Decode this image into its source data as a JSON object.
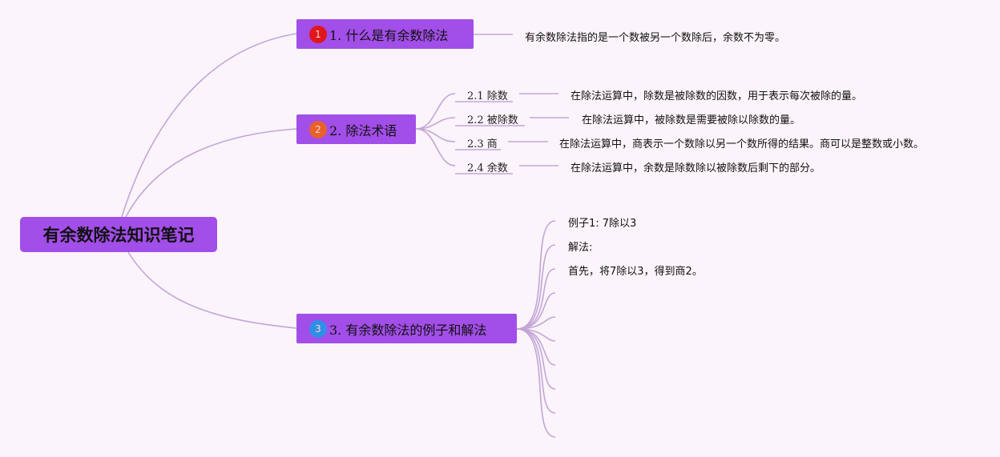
{
  "root": {
    "label": "有余数除法知识笔记"
  },
  "topics": [
    {
      "number": "1",
      "label": "1. 什么是有余数除法",
      "marker_color": "#e0161c",
      "description": "有余数除法指的是一个数被另一个数除后，余数不为零。"
    },
    {
      "number": "2",
      "label": "2. 除法术语",
      "marker_color": "#e8612a",
      "children": [
        {
          "label": "2.1 除数",
          "description": "在除法运算中，除数是被除数的因数，用于表示每次被除的量。"
        },
        {
          "label": "2.2 被除数",
          "description": "在除法运算中，被除数是需要被除以除数的量。"
        },
        {
          "label": "2.3 商",
          "description": "在除法运算中，商表示一个数除以另一个数所得的结果。商可以是整数或小数。"
        },
        {
          "label": "2.4 余数",
          "description": "在除法运算中，余数是除数除以被除数后剩下的部分。"
        }
      ]
    },
    {
      "number": "3",
      "label": "3. 有余数除法的例子和解法",
      "marker_color": "#2f8fe6",
      "children": [
        {
          "label": "例子1: 7除以3"
        },
        {
          "label": "解法:"
        },
        {
          "label": "首先，将7除以3，得到商2。"
        },
        {
          "label": ""
        },
        {
          "label": ""
        },
        {
          "label": ""
        },
        {
          "label": ""
        },
        {
          "label": ""
        },
        {
          "label": ""
        },
        {
          "label": ""
        }
      ]
    }
  ]
}
